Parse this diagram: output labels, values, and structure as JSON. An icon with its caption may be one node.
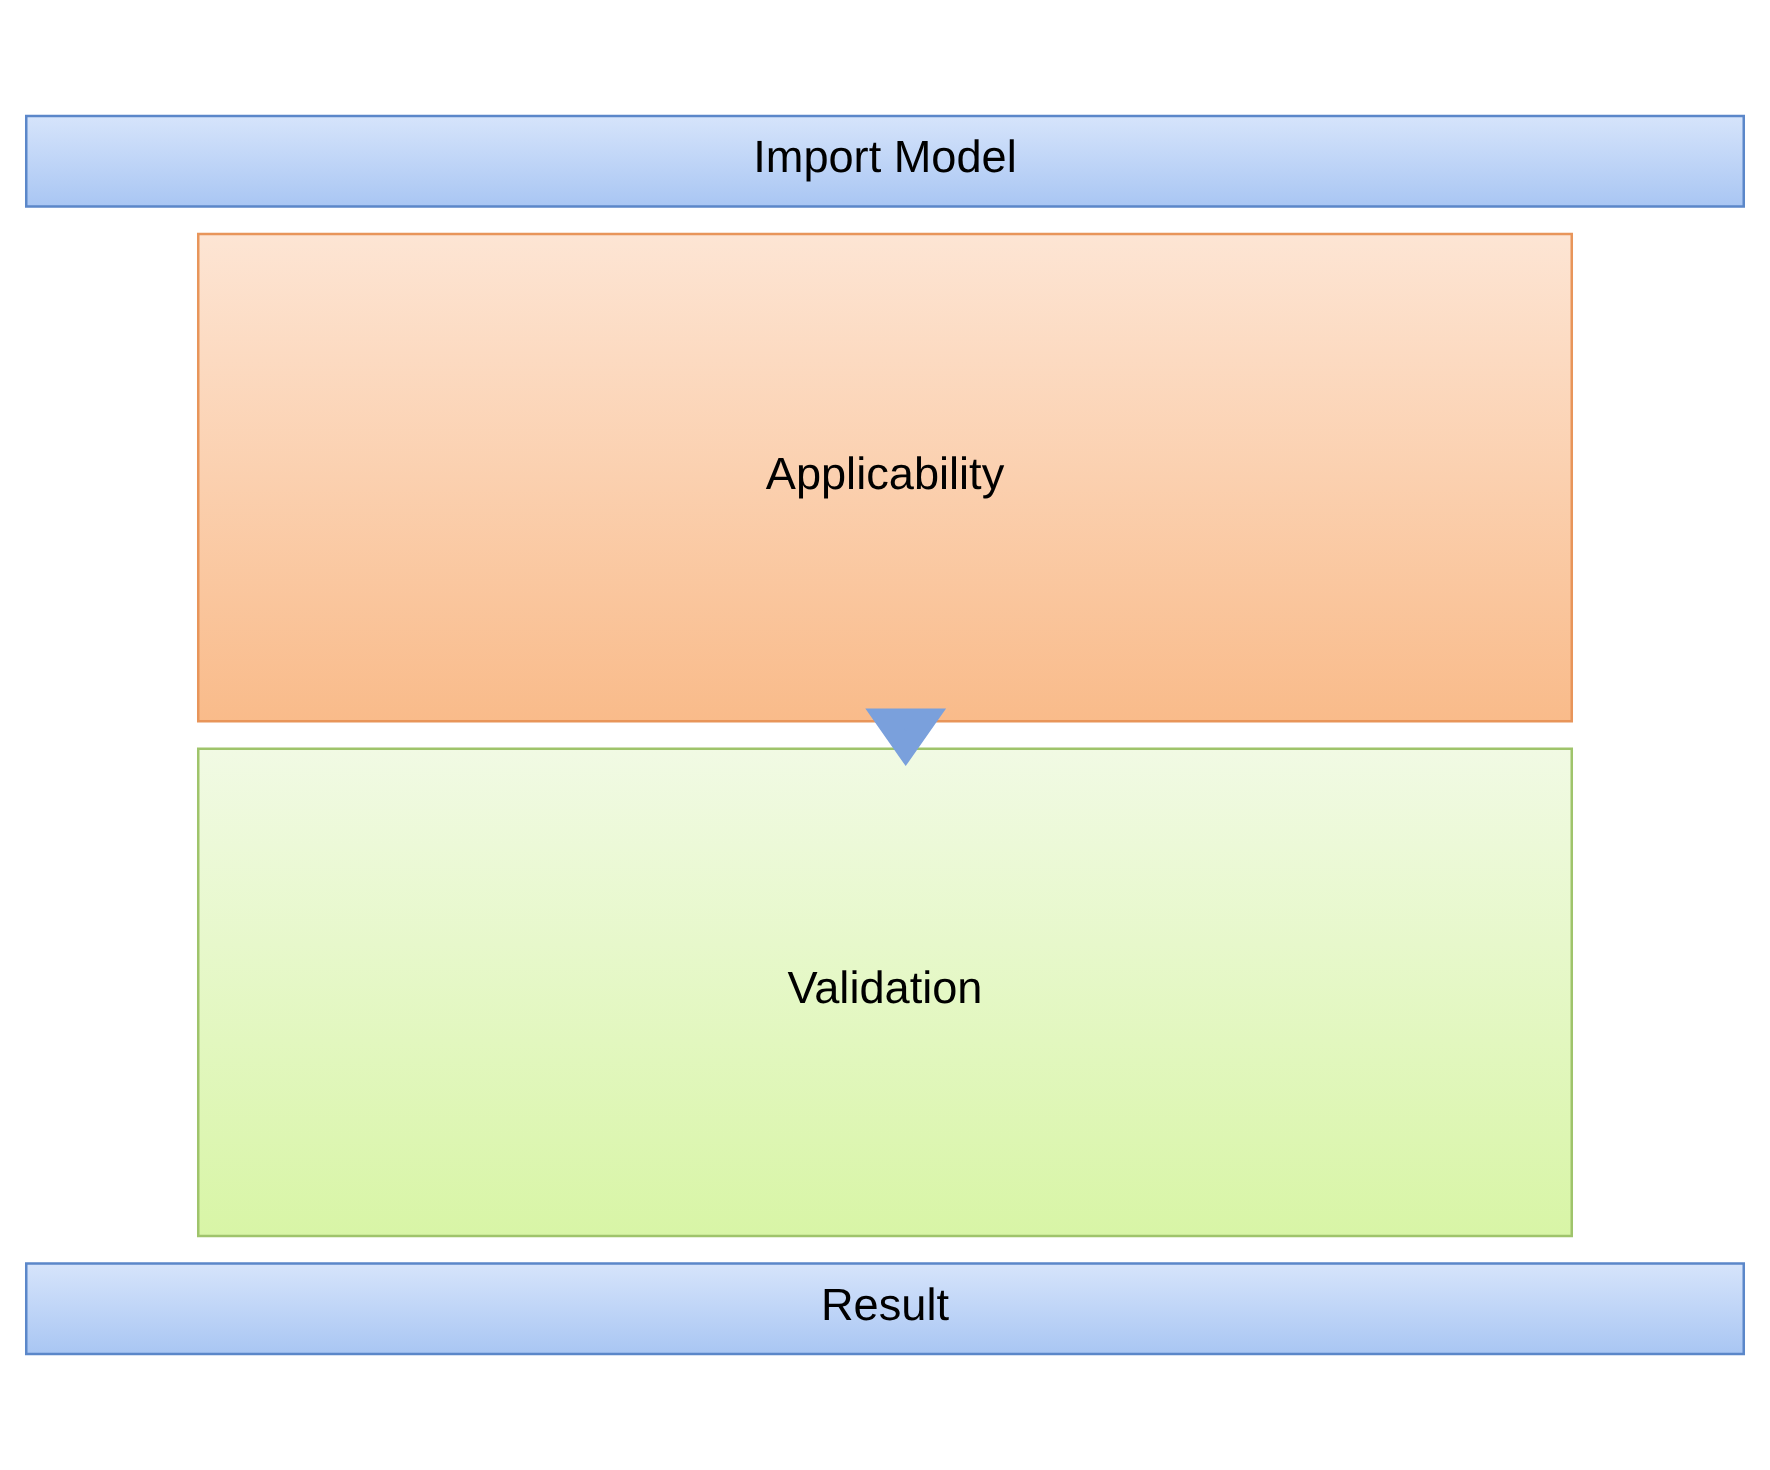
{
  "diagram": {
    "nodes": [
      {
        "text": [
          "Import Model"
        ]
      },
      {
        "text": [
          "Applicability"
        ]
      },
      {
        "text": [
          "Validation"
        ]
      },
      {
        "text": [
          "Result"
        ]
      }
    ],
    "edges": [
      {
        "from": 1,
        "to": 2,
        "arrow": "to",
        "style": "thick"
      }
    ]
  }
}
